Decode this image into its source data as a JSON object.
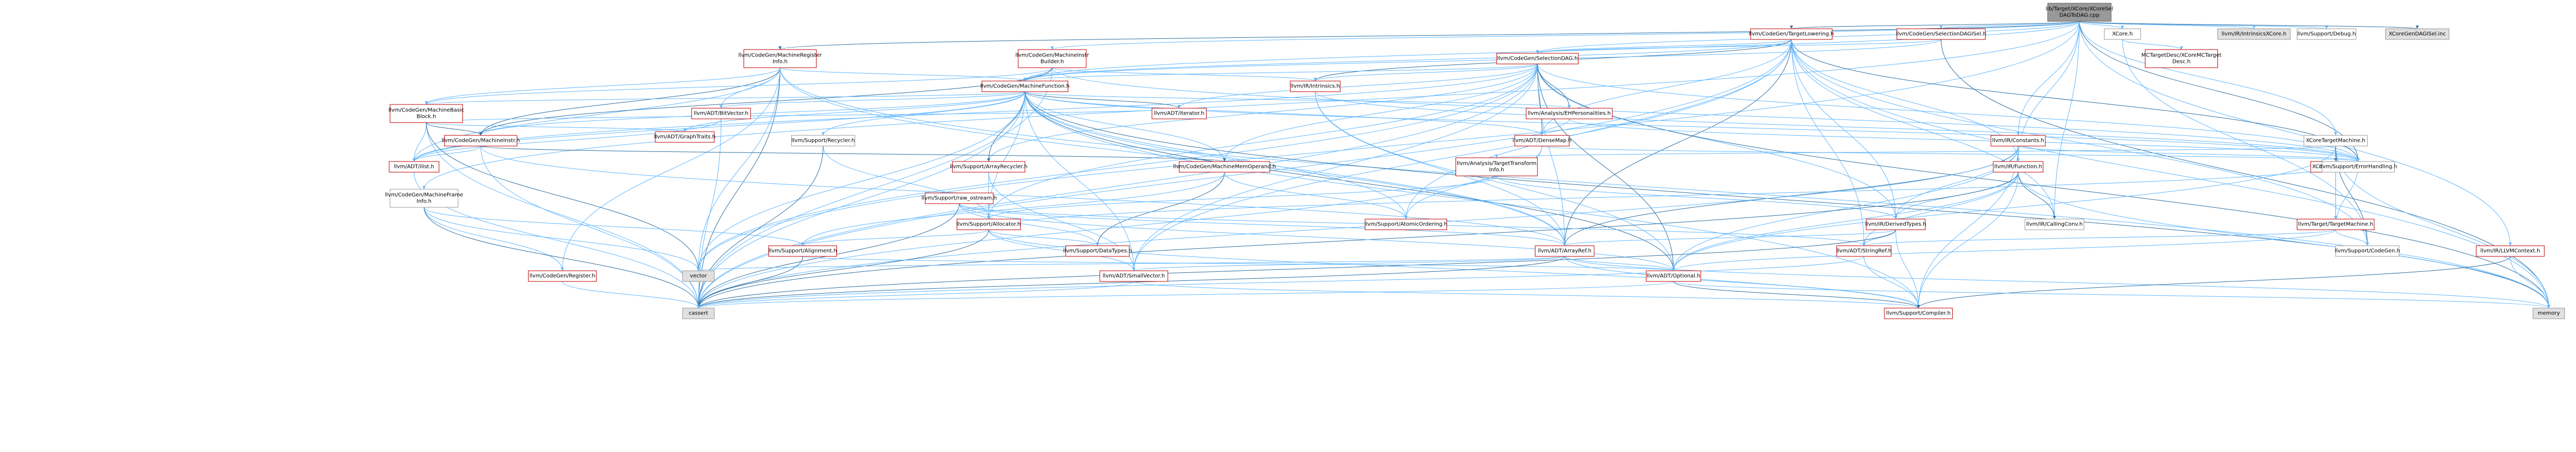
{
  "colors": {
    "red_border": "#bf0000",
    "gray_border": "#999999",
    "white_fill": "#ffffff",
    "gray_fill": "#e0e0e0",
    "root_fill": "#999999",
    "edge": "#63b8ff",
    "edge_alt": "#2f6f9f"
  },
  "nodes": [
    {
      "id": "root",
      "lines": [
        "lib/Target/XCore/XCoreSel",
        "DAGToDAG.cpp"
      ],
      "style": "root"
    },
    {
      "id": "tlow",
      "lines": [
        "llvm/CodeGen/TargetLowering.h"
      ],
      "style": "red"
    },
    {
      "id": "sdset",
      "lines": [
        "llvm/CodeGen/SelectionDAGISel.h"
      ],
      "style": "red"
    },
    {
      "id": "xcoreh",
      "lines": [
        "XCore.h"
      ],
      "style": "white"
    },
    {
      "id": "intr_xcore",
      "lines": [
        "llvm/IR/IntrinsicsXCore.h"
      ],
      "style": "gray"
    },
    {
      "id": "debug",
      "lines": [
        "llvm/Support/Debug.h"
      ],
      "style": "white"
    },
    {
      "id": "xcore_gen",
      "lines": [
        "XCoreGenDAGISel.inc"
      ],
      "style": "gray"
    },
    {
      "id": "mrinfo",
      "lines": [
        "llvm/CodeGen/MachineRegister",
        "Info.h"
      ],
      "style": "red"
    },
    {
      "id": "mibuilder",
      "lines": [
        "llvm/CodeGen/MachineInstr",
        "Builder.h"
      ],
      "style": "red"
    },
    {
      "id": "seldag",
      "lines": [
        "llvm/CodeGen/SelectionDAG.h"
      ],
      "style": "red"
    },
    {
      "id": "mcxcore",
      "lines": [
        "MCTargetDesc/XCoreMCTarget",
        "Desc.h"
      ],
      "style": "red"
    },
    {
      "id": "mfunc",
      "lines": [
        "llvm/CodeGen/MachineFunction.h"
      ],
      "style": "red"
    },
    {
      "id": "irintr",
      "lines": [
        "llvm/IR/Intrinsics.h"
      ],
      "style": "red"
    },
    {
      "id": "mbb",
      "lines": [
        "llvm/CodeGen/MachineBasic",
        "Block.h"
      ],
      "style": "red"
    },
    {
      "id": "bitvec",
      "lines": [
        "llvm/ADT/BitVector.h"
      ],
      "style": "red"
    },
    {
      "id": "iterator",
      "lines": [
        "llvm/ADT/iterator.h"
      ],
      "style": "red"
    },
    {
      "id": "eh",
      "lines": [
        "llvm/Analysis/EHPersonalities.h"
      ],
      "style": "red"
    },
    {
      "id": "graphtraits",
      "lines": [
        "llvm/ADT/GraphTraits.h"
      ],
      "style": "red"
    },
    {
      "id": "minstr",
      "lines": [
        "llvm/CodeGen/MachineInstr.h"
      ],
      "style": "red"
    },
    {
      "id": "recycler",
      "lines": [
        "llvm/Support/Recycler.h"
      ],
      "style": "white"
    },
    {
      "id": "densemap",
      "lines": [
        "llvm/ADT/DenseMap.h"
      ],
      "style": "red"
    },
    {
      "id": "irconst",
      "lines": [
        "llvm/IR/Constants.h"
      ],
      "style": "red"
    },
    {
      "id": "xctm",
      "lines": [
        "XCoreTargetMachine.h"
      ],
      "style": "white"
    },
    {
      "id": "ilist",
      "lines": [
        "llvm/ADT/ilist.h"
      ],
      "style": "red"
    },
    {
      "id": "arecycler",
      "lines": [
        "llvm/Support/ArrayRecycler.h"
      ],
      "style": "red"
    },
    {
      "id": "mmo",
      "lines": [
        "llvm/CodeGen/MachineMemOperand.h"
      ],
      "style": "red"
    },
    {
      "id": "tti",
      "lines": [
        "llvm/Analysis/TargetTransform",
        "Info.h"
      ],
      "style": "red"
    },
    {
      "id": "irfunc",
      "lines": [
        "llvm/IR/Function.h"
      ],
      "style": "red"
    },
    {
      "id": "xcsub",
      "lines": [
        "XCoreSubtarget.h"
      ],
      "style": "red"
    },
    {
      "id": "errh",
      "lines": [
        "llvm/Support/ErrorHandling.h"
      ],
      "style": "white"
    },
    {
      "id": "mframe",
      "lines": [
        "llvm/CodeGen/MachineFrame",
        "Info.h"
      ],
      "style": "white"
    },
    {
      "id": "rawos",
      "lines": [
        "llvm/Support/raw_ostream.h"
      ],
      "style": "red"
    },
    {
      "id": "alloc",
      "lines": [
        "llvm/Support/Allocator.h"
      ],
      "style": "red"
    },
    {
      "id": "atomic",
      "lines": [
        "llvm/Support/AtomicOrdering.h"
      ],
      "style": "red"
    },
    {
      "id": "derived",
      "lines": [
        "llvm/IR/DerivedTypes.h"
      ],
      "style": "red"
    },
    {
      "id": "callconv",
      "lines": [
        "llvm/IR/CallingConv.h"
      ],
      "style": "white"
    },
    {
      "id": "tm",
      "lines": [
        "llvm/Target/TargetMachine.h"
      ],
      "style": "red"
    },
    {
      "id": "align",
      "lines": [
        "llvm/Support/Alignment.h"
      ],
      "style": "red"
    },
    {
      "id": "datatypes",
      "lines": [
        "llvm/Support/DataTypes.h"
      ],
      "style": "red"
    },
    {
      "id": "arrayref",
      "lines": [
        "llvm/ADT/ArrayRef.h"
      ],
      "style": "red"
    },
    {
      "id": "strref",
      "lines": [
        "llvm/ADT/StringRef.h"
      ],
      "style": "red"
    },
    {
      "id": "codegen",
      "lines": [
        "llvm/Support/CodeGen.h"
      ],
      "style": "white"
    },
    {
      "id": "llvmctx",
      "lines": [
        "llvm/IR/LLVMContext.h"
      ],
      "style": "red"
    },
    {
      "id": "register",
      "lines": [
        "llvm/CodeGen/Register.h"
      ],
      "style": "red"
    },
    {
      "id": "vector",
      "lines": [
        "vector"
      ],
      "style": "gray"
    },
    {
      "id": "smallvec",
      "lines": [
        "llvm/ADT/SmallVector.h"
      ],
      "style": "red"
    },
    {
      "id": "optional",
      "lines": [
        "llvm/ADT/Optional.h"
      ],
      "style": "red"
    },
    {
      "id": "cassert",
      "lines": [
        "cassert"
      ],
      "style": "gray"
    },
    {
      "id": "compiler",
      "lines": [
        "llvm/Support/Compiler.h"
      ],
      "style": "red"
    },
    {
      "id": "memory",
      "lines": [
        "memory"
      ],
      "style": "gray"
    }
  ],
  "edges": [
    [
      "root",
      "tlow"
    ],
    [
      "root",
      "sdset"
    ],
    [
      "root",
      "xcoreh"
    ],
    [
      "root",
      "intr_xcore"
    ],
    [
      "root",
      "debug"
    ],
    [
      "root",
      "xcore_gen"
    ],
    [
      "root",
      "seldag"
    ],
    [
      "root",
      "mfunc"
    ],
    [
      "root",
      "irconst"
    ],
    [
      "root",
      "irfunc"
    ],
    [
      "root",
      "mrinfo"
    ],
    [
      "root",
      "mibuilder"
    ],
    [
      "root",
      "mframe"
    ],
    [
      "root",
      "xctm"
    ],
    [
      "root",
      "llvmctx"
    ],
    [
      "root",
      "errh"
    ],
    [
      "root",
      "vector"
    ],
    [
      "root",
      "callconv"
    ],
    [
      "tlow",
      "seldag"
    ],
    [
      "tlow",
      "mfunc"
    ],
    [
      "tlow",
      "irintr"
    ],
    [
      "tlow",
      "densemap"
    ],
    [
      "tlow",
      "derived"
    ],
    [
      "tlow",
      "irfunc"
    ],
    [
      "tlow",
      "callconv"
    ],
    [
      "tlow",
      "arrayref"
    ],
    [
      "tlow",
      "strref"
    ],
    [
      "tlow",
      "smallvec"
    ],
    [
      "tlow",
      "codegen"
    ],
    [
      "tlow",
      "atomic"
    ],
    [
      "tlow",
      "errh"
    ],
    [
      "tlow",
      "memory"
    ],
    [
      "tlow",
      "cassert"
    ],
    [
      "sdset",
      "seldag"
    ],
    [
      "sdset",
      "mfunc"
    ],
    [
      "sdset",
      "memory"
    ],
    [
      "xcoreh",
      "mcxcore"
    ],
    [
      "xcoreh",
      "codegen"
    ],
    [
      "mrinfo",
      "mfunc"
    ],
    [
      "mrinfo",
      "mbb"
    ],
    [
      "mrinfo",
      "minstr"
    ],
    [
      "mrinfo",
      "bitvec"
    ],
    [
      "mrinfo",
      "ilist"
    ],
    [
      "mrinfo",
      "vector"
    ],
    [
      "mrinfo",
      "arrayref"
    ],
    [
      "mrinfo",
      "cassert"
    ],
    [
      "mrinfo",
      "memory"
    ],
    [
      "mrinfo",
      "register"
    ],
    [
      "mibuilder",
      "mfunc"
    ],
    [
      "mibuilder",
      "mbb"
    ],
    [
      "mibuilder",
      "minstr"
    ],
    [
      "mibuilder",
      "irintr"
    ],
    [
      "mibuilder",
      "errh"
    ],
    [
      "mibuilder",
      "cassert"
    ],
    [
      "seldag",
      "mfunc"
    ],
    [
      "seldag",
      "densemap"
    ],
    [
      "seldag",
      "mmo"
    ],
    [
      "seldag",
      "arecycler"
    ],
    [
      "seldag",
      "alloc"
    ],
    [
      "seldag",
      "arrayref"
    ],
    [
      "seldag",
      "eh"
    ],
    [
      "seldag",
      "iterator"
    ],
    [
      "seldag",
      "ilist"
    ],
    [
      "seldag",
      "irintr"
    ],
    [
      "seldag",
      "smallvec"
    ],
    [
      "seldag",
      "optional"
    ],
    [
      "seldag",
      "vector"
    ],
    [
      "seldag",
      "cassert"
    ],
    [
      "seldag",
      "errh"
    ],
    [
      "seldag",
      "derived"
    ],
    [
      "seldag",
      "memory"
    ],
    [
      "mfunc",
      "mbb"
    ],
    [
      "mfunc",
      "minstr"
    ],
    [
      "mfunc",
      "mmo"
    ],
    [
      "mfunc",
      "bitvec"
    ],
    [
      "mfunc",
      "iterator"
    ],
    [
      "mfunc",
      "eh"
    ],
    [
      "mfunc",
      "densemap"
    ],
    [
      "mfunc",
      "graphtraits"
    ],
    [
      "mfunc",
      "recycler"
    ],
    [
      "mfunc",
      "arecycler"
    ],
    [
      "mfunc",
      "ilist"
    ],
    [
      "mfunc",
      "alloc"
    ],
    [
      "mfunc",
      "arrayref"
    ],
    [
      "mfunc",
      "smallvec"
    ],
    [
      "mfunc",
      "optional"
    ],
    [
      "mfunc",
      "atomic"
    ],
    [
      "mfunc",
      "compiler"
    ],
    [
      "mfunc",
      "cassert"
    ],
    [
      "mfunc",
      "vector"
    ],
    [
      "mfunc",
      "memory"
    ],
    [
      "mfunc",
      "errh"
    ],
    [
      "irintr",
      "arrayref"
    ],
    [
      "irintr",
      "optional"
    ],
    [
      "irintr",
      "errh"
    ],
    [
      "mbb",
      "minstr"
    ],
    [
      "mbb",
      "graphtraits"
    ],
    [
      "mbb",
      "ilist"
    ],
    [
      "mbb",
      "iterator"
    ],
    [
      "mbb",
      "cassert"
    ],
    [
      "mbb",
      "vector"
    ],
    [
      "bitvec",
      "ilist"
    ],
    [
      "bitvec",
      "cassert"
    ],
    [
      "eh",
      "densemap"
    ],
    [
      "eh",
      "errh"
    ],
    [
      "minstr",
      "mmo"
    ],
    [
      "minstr",
      "ilist"
    ],
    [
      "minstr",
      "arrayref"
    ],
    [
      "minstr",
      "cassert"
    ],
    [
      "recycler",
      "alloc"
    ],
    [
      "recycler",
      "cassert"
    ],
    [
      "densemap",
      "errh"
    ],
    [
      "densemap",
      "atomic"
    ],
    [
      "densemap",
      "cassert"
    ],
    [
      "irconst",
      "derived"
    ],
    [
      "irconst",
      "arrayref"
    ],
    [
      "irconst",
      "optional"
    ],
    [
      "irconst",
      "cassert"
    ],
    [
      "irconst",
      "compiler"
    ],
    [
      "irconst",
      "errh"
    ],
    [
      "xctm",
      "xcsub"
    ],
    [
      "xctm",
      "tm"
    ],
    [
      "xctm",
      "tti"
    ],
    [
      "xctm",
      "memory"
    ],
    [
      "xctm",
      "optional"
    ],
    [
      "xctm",
      "codegen"
    ],
    [
      "ilist",
      "cassert"
    ],
    [
      "arecycler",
      "alloc"
    ],
    [
      "arecycler",
      "smallvec"
    ],
    [
      "mmo",
      "atomic"
    ],
    [
      "mmo",
      "datatypes"
    ],
    [
      "mmo",
      "align"
    ],
    [
      "tti",
      "derived"
    ],
    [
      "tti",
      "alloc"
    ],
    [
      "irfunc",
      "derived"
    ],
    [
      "irfunc",
      "callconv"
    ],
    [
      "irfunc",
      "strref"
    ],
    [
      "irfunc",
      "optional"
    ],
    [
      "irfunc",
      "memory"
    ],
    [
      "irfunc",
      "compiler"
    ],
    [
      "irfunc",
      "cassert"
    ],
    [
      "xcsub",
      "tm"
    ],
    [
      "mframe",
      "align"
    ],
    [
      "mframe",
      "register"
    ],
    [
      "mframe",
      "vector"
    ],
    [
      "mframe",
      "cassert"
    ],
    [
      "rawos",
      "datatypes"
    ],
    [
      "rawos",
      "arrayref"
    ],
    [
      "rawos",
      "optional"
    ],
    [
      "rawos",
      "strref"
    ],
    [
      "rawos",
      "cassert"
    ],
    [
      "alloc",
      "align"
    ],
    [
      "alloc",
      "smallvec"
    ],
    [
      "alloc",
      "compiler"
    ],
    [
      "alloc",
      "errh"
    ],
    [
      "alloc",
      "cassert"
    ],
    [
      "alloc",
      "datatypes"
    ],
    [
      "derived",
      "arrayref"
    ],
    [
      "derived",
      "strref"
    ],
    [
      "derived",
      "compiler"
    ],
    [
      "derived",
      "cassert"
    ],
    [
      "tm",
      "strref"
    ],
    [
      "tm",
      "optional"
    ],
    [
      "tm",
      "codegen"
    ],
    [
      "tm",
      "errh"
    ],
    [
      "align",
      "cassert"
    ],
    [
      "align",
      "optional"
    ],
    [
      "arrayref",
      "smallvec"
    ],
    [
      "arrayref",
      "optional"
    ],
    [
      "arrayref",
      "compiler"
    ],
    [
      "arrayref",
      "cassert"
    ],
    [
      "arrayref",
      "vector"
    ],
    [
      "arrayref",
      "memory"
    ],
    [
      "strref",
      "compiler"
    ],
    [
      "strref",
      "cassert"
    ],
    [
      "llvmctx",
      "compiler"
    ],
    [
      "llvmctx",
      "memory"
    ],
    [
      "register",
      "cassert"
    ],
    [
      "smallvec",
      "compiler"
    ],
    [
      "smallvec",
      "cassert"
    ],
    [
      "optional",
      "compiler"
    ],
    [
      "optional",
      "cassert"
    ],
    [
      "optional",
      "memory"
    ]
  ]
}
